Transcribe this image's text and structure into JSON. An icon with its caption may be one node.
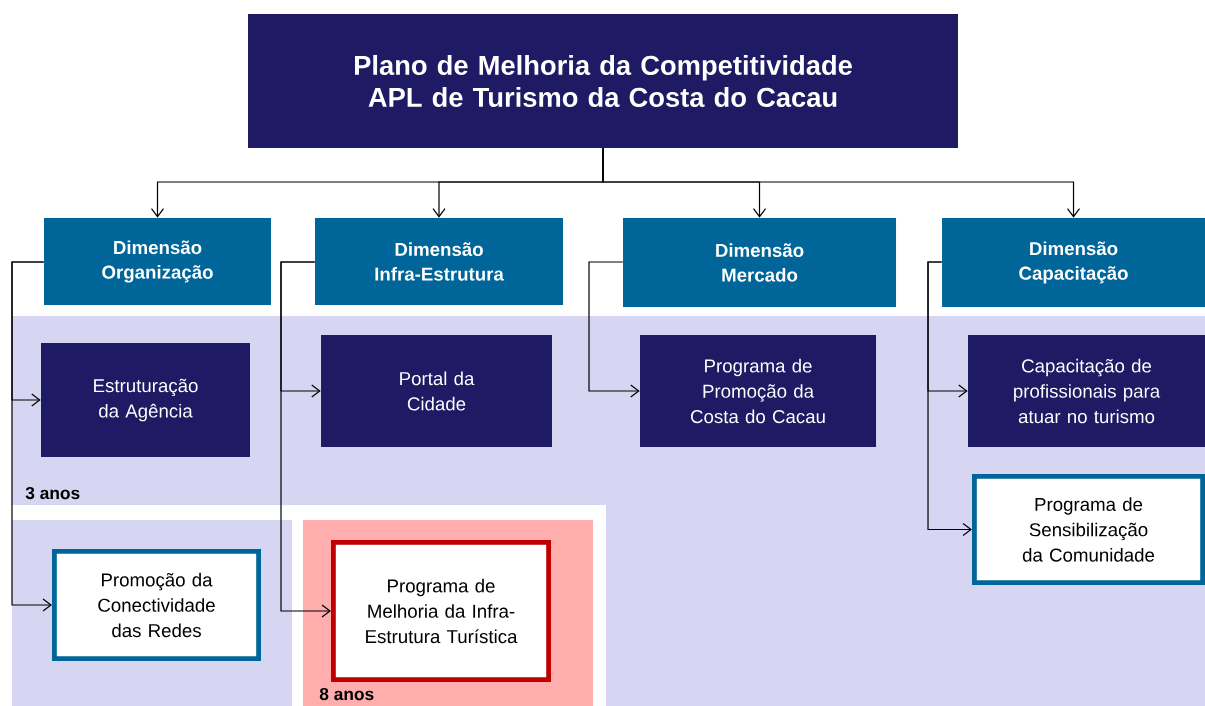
{
  "diagram": {
    "nodes": [
      {
        "text": [
          "Plano de Melhoria da Competitividade APL de Turismo da Costa do Cacau"
        ]
      },
      {
        "text": [
          "Dimensão Organização"
        ]
      },
      {
        "text": [
          "Dimensão Infra-Estrutura"
        ]
      },
      {
        "text": [
          "Dimensão Mercado"
        ]
      },
      {
        "text": [
          "Dimensão Capacitação"
        ]
      },
      {
        "text": [
          "3 anos"
        ]
      },
      {
        "text": [
          "Estruturação da Agência"
        ],
        "in": 5
      },
      {
        "text": [
          "Portal da Cidade"
        ],
        "in": 5
      },
      {
        "text": [
          "Programa de Promoção da Costa do Cacau"
        ]
      },
      {
        "text": [
          "Capacitação de profissionais para atuar no turismo"
        ]
      },
      {
        "text": [
          "Programa de Sensibilização da Comunidade"
        ]
      },
      {
        "text": [
          "Promoção da Conectividade das Redes"
        ]
      },
      {
        "text": [
          "8 anos"
        ]
      },
      {
        "text": [
          "Programa de Melhoria da Infra-Estrutura Turística"
        ],
        "in": 12
      }
    ],
    "edges": [
      {
        "from": 0,
        "to": 1,
        "arrow": "to"
      },
      {
        "from": 0,
        "to": 2,
        "arrow": "to"
      },
      {
        "from": 0,
        "to": 3,
        "arrow": "to"
      },
      {
        "from": 0,
        "to": 4,
        "arrow": "to"
      },
      {
        "from": 1,
        "to": 6,
        "arrow": "to"
      },
      {
        "from": 1,
        "to": 11,
        "arrow": "to"
      },
      {
        "from": 2,
        "to": 7,
        "arrow": "to"
      },
      {
        "from": 2,
        "to": 13,
        "arrow": "to"
      },
      {
        "from": 3,
        "to": 8,
        "arrow": "to"
      },
      {
        "from": 4,
        "to": 9,
        "arrow": "to"
      },
      {
        "from": 4,
        "to": 10,
        "arrow": "to"
      }
    ]
  }
}
